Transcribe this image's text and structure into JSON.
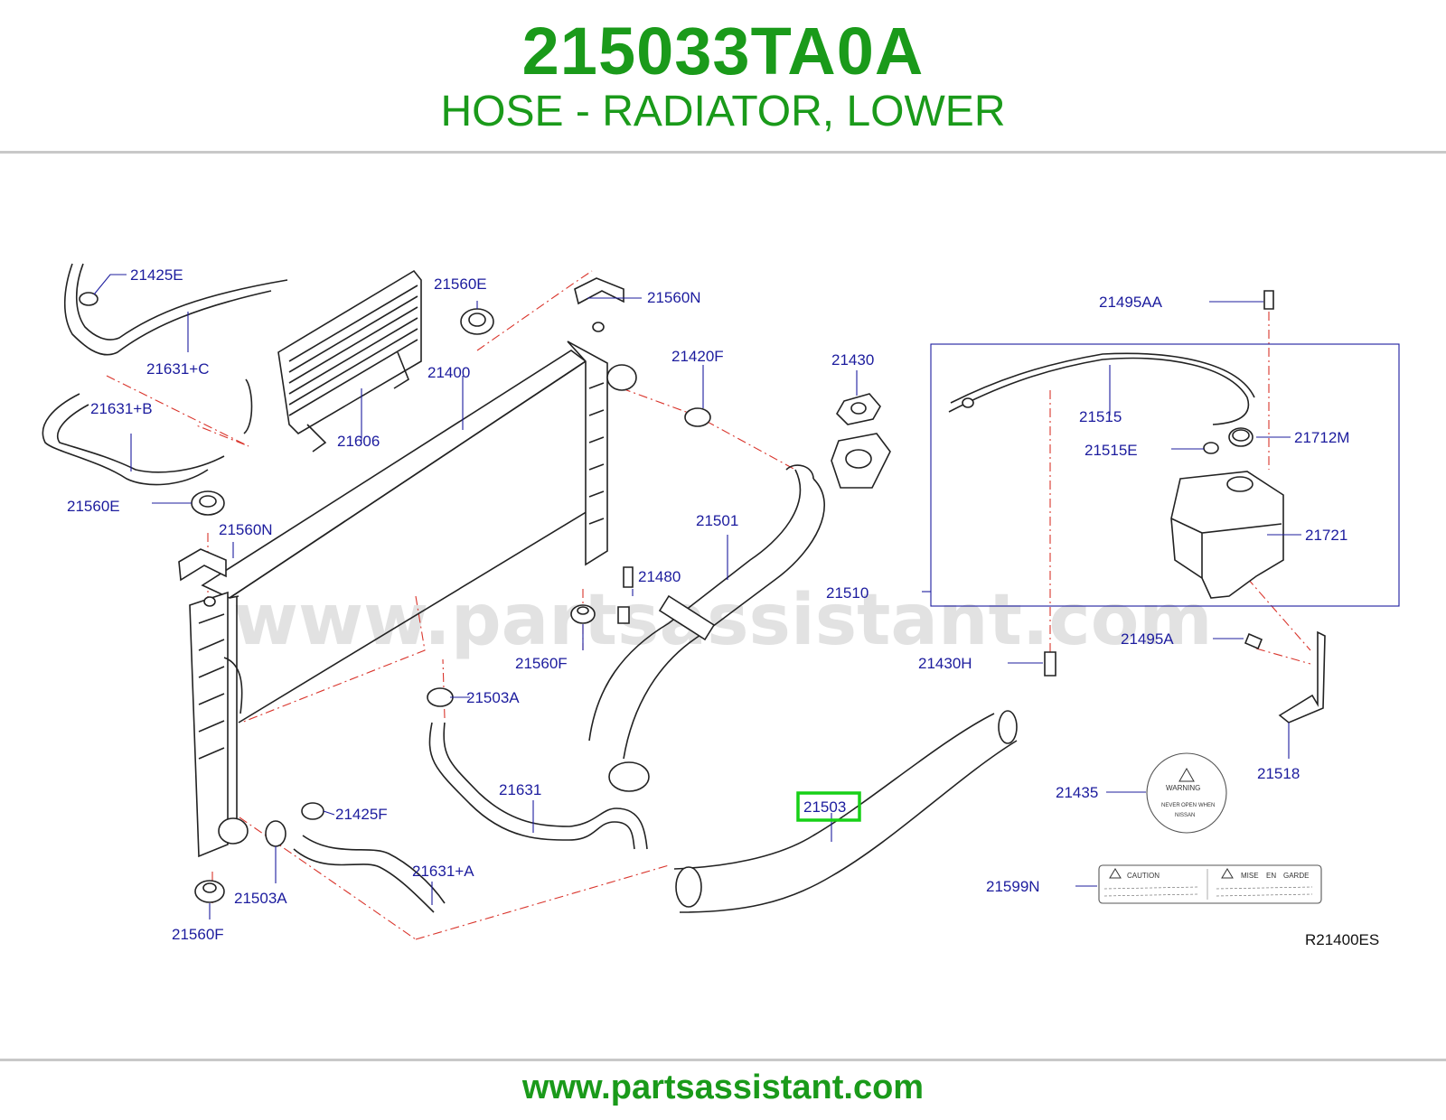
{
  "header": {
    "part_number": "215033TA0A",
    "part_name": "HOSE - RADIATOR, LOWER"
  },
  "diagram": {
    "watermark": "www.partsassistant.com",
    "reference_code": "R21400ES",
    "highlighted_part": "21503",
    "labels": {
      "l21425E": "21425E",
      "l21631C": "21631+C",
      "l21631B": "21631+B",
      "l21560E_a": "21560E",
      "l21560E_b": "21560E",
      "l21560N_a": "21560N",
      "l21560N_b": "21560N",
      "l21400": "21400",
      "l21606": "21606",
      "l21420F": "21420F",
      "l21430": "21430",
      "l21495AA": "21495AA",
      "l21515": "21515",
      "l21515E": "21515E",
      "l21712M": "21712M",
      "l21721": "21721",
      "l21510": "21510",
      "l21501": "21501",
      "l21480": "21480",
      "l21560F_a": "21560F",
      "l21560F_b": "21560F",
      "l21503A_a": "21503A",
      "l21503A_b": "21503A",
      "l21631": "21631",
      "l21425F": "21425F",
      "l21631A": "21631+A",
      "l21495A": "21495A",
      "l21430H": "21430H",
      "l21518": "21518",
      "l21435": "21435",
      "l21599N": "21599N"
    },
    "warning_cap": {
      "title": "WARNING",
      "never": "NEVER",
      "open": "OPEN",
      "when": "WHEN",
      "brand": "NISSAN"
    },
    "caution_label": {
      "caution": "CAUTION",
      "mise": "MISE",
      "en": "EN",
      "garde": "GARDE"
    }
  },
  "footer": {
    "url": "www.partsassistant.com"
  },
  "colors": {
    "brand_green": "#1a9a1a",
    "label_blue": "#1c1c9e",
    "dash_red": "#d9342b",
    "highlight": "#17d017"
  }
}
